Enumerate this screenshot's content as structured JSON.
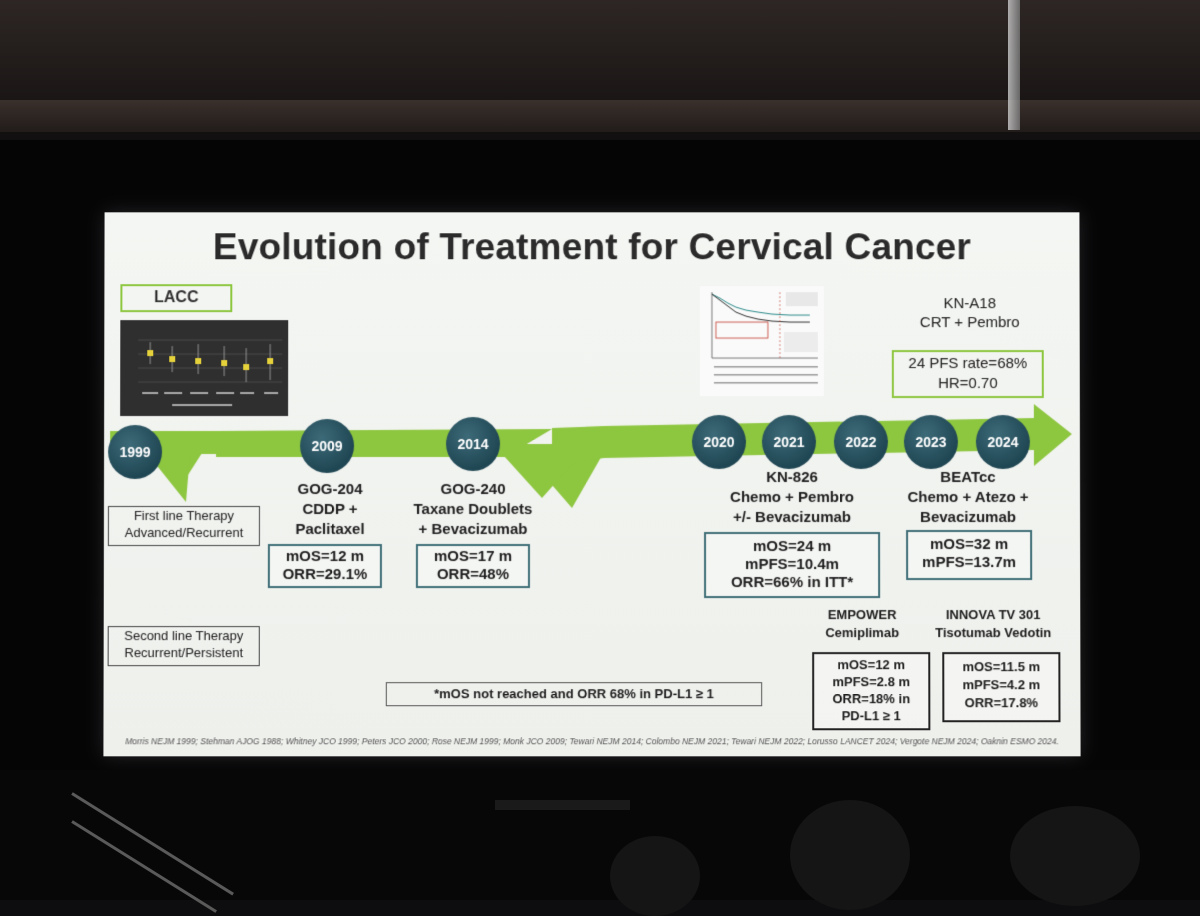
{
  "slide": {
    "title": "Evolution of Treatment for Cervical Cancer",
    "lacc_label": "LACC",
    "first_line": "First line Therapy\nAdvanced/Recurrent",
    "second_line": "Second line Therapy\nRecurrent/Persistent",
    "years": [
      "1999",
      "2009",
      "2014",
      "2020",
      "2021",
      "2022",
      "2023",
      "2024"
    ],
    "gog204": {
      "name": "GOG-204",
      "desc1": "CDDP +",
      "desc2": "Paclitaxel",
      "stat1": "mOS=12 m",
      "stat2": "ORR=29.1%"
    },
    "gog240": {
      "name": "GOG-240",
      "desc1": "Taxane Doublets",
      "desc2": "+ Bevacizumab",
      "stat1": "mOS=17 m",
      "stat2": "ORR=48%"
    },
    "kn826": {
      "name": "KN-826",
      "desc1": "Chemo + Pembro",
      "desc2": "+/- Bevacizumab",
      "stat1": "mOS=24 m",
      "stat2": "mPFS=10.4m",
      "stat3": "ORR=66% in ITT*"
    },
    "beatcc": {
      "name": "BEATcc",
      "desc1": "Chemo + Atezo +",
      "desc2": "Bevacizumab",
      "stat1": "mOS=32 m",
      "stat2": "mPFS=13.7m"
    },
    "kna18": {
      "line1": "KN-A18",
      "line2": "CRT + Pembro",
      "stat1": "24 PFS rate=68%",
      "stat2": "HR=0.70"
    },
    "empower": {
      "name": "EMPOWER",
      "drug": "Cemiplimab",
      "stat1": "mOS=12 m",
      "stat2": "mPFS=2.8 m",
      "stat3": "ORR=18% in",
      "stat4": "PD-L1 ≥ 1"
    },
    "innova": {
      "name": "INNOVA TV 301",
      "drug": "Tisotumab Vedotin",
      "stat1": "mOS=11.5 m",
      "stat2": "mPFS=4.2 m",
      "stat3": "ORR=17.8%"
    },
    "footnote": "*mOS not reached and ORR 68% in PD-L1 ≥ 1",
    "references": "Morris NEJM 1999; Stehman AJOG 1988; Whitney JCO 1999; Peters JCO 2000; Rose NEJM 1999; Monk JCO 2009; Tewari NEJM 2014; Colombo NEJM 2021; Tewari NEJM 2022; Lorusso LANCET 2024; Vergote NEJM 2024; Oaknin ESMO 2024."
  },
  "colors": {
    "green": "#8dc63f",
    "teal": "#1f4653",
    "box_border": "#3f6e77"
  }
}
